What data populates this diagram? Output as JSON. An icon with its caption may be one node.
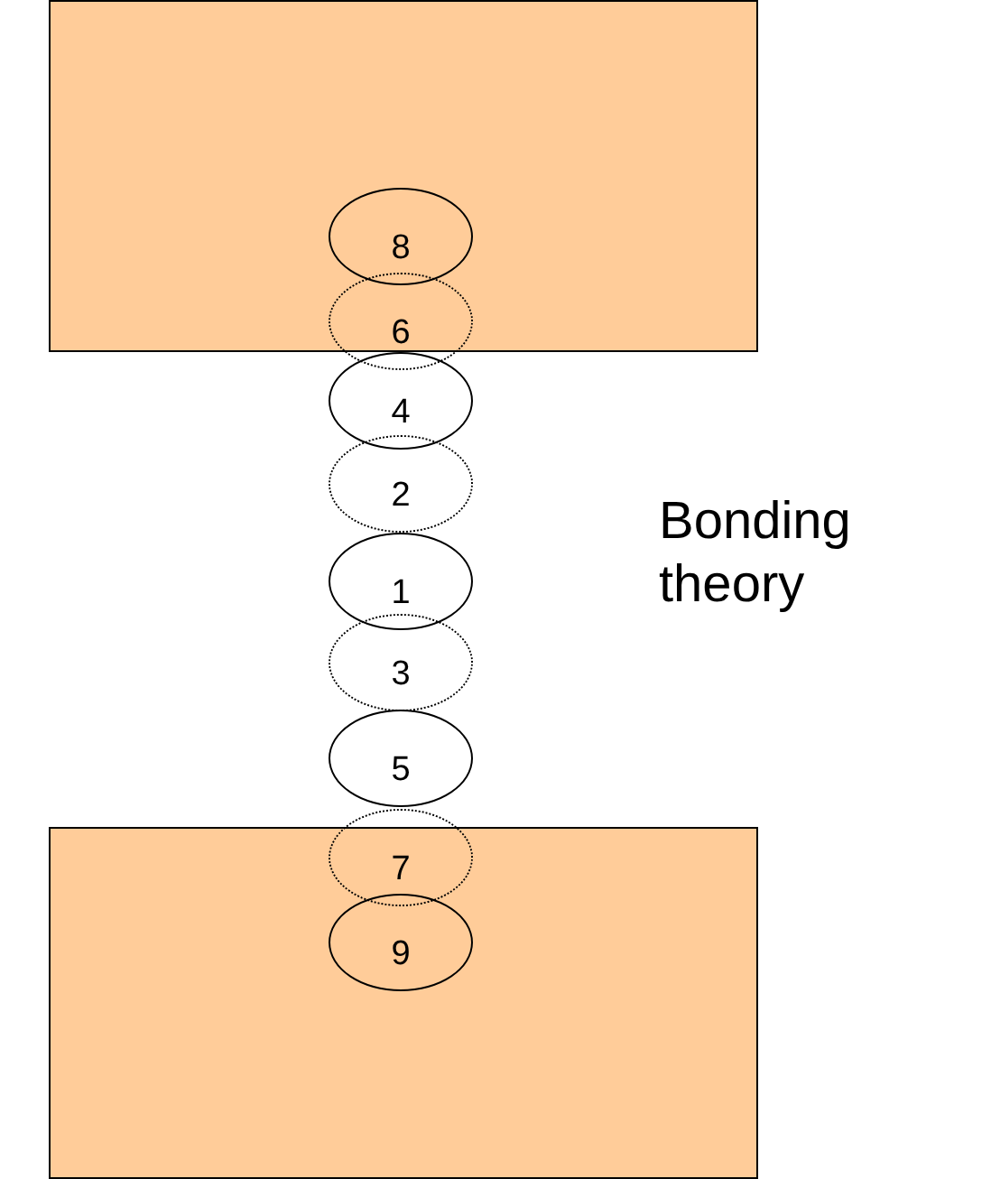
{
  "diagram": {
    "nodes": [
      {
        "text": [],
        "shape": "box"
      },
      {
        "text": [
          "8"
        ],
        "in": 0
      },
      {
        "text": [
          "6"
        ]
      },
      {
        "text": [
          "4"
        ]
      },
      {
        "text": [
          "2"
        ]
      },
      {
        "text": [
          "1"
        ]
      },
      {
        "text": [
          "3"
        ]
      },
      {
        "text": [
          "5"
        ]
      },
      {
        "text": [],
        "shape": "box"
      },
      {
        "text": [
          "7"
        ],
        "in": 8
      },
      {
        "text": [
          "9"
        ],
        "in": 8
      }
    ],
    "labels": [
      "Bonding theory"
    ]
  }
}
